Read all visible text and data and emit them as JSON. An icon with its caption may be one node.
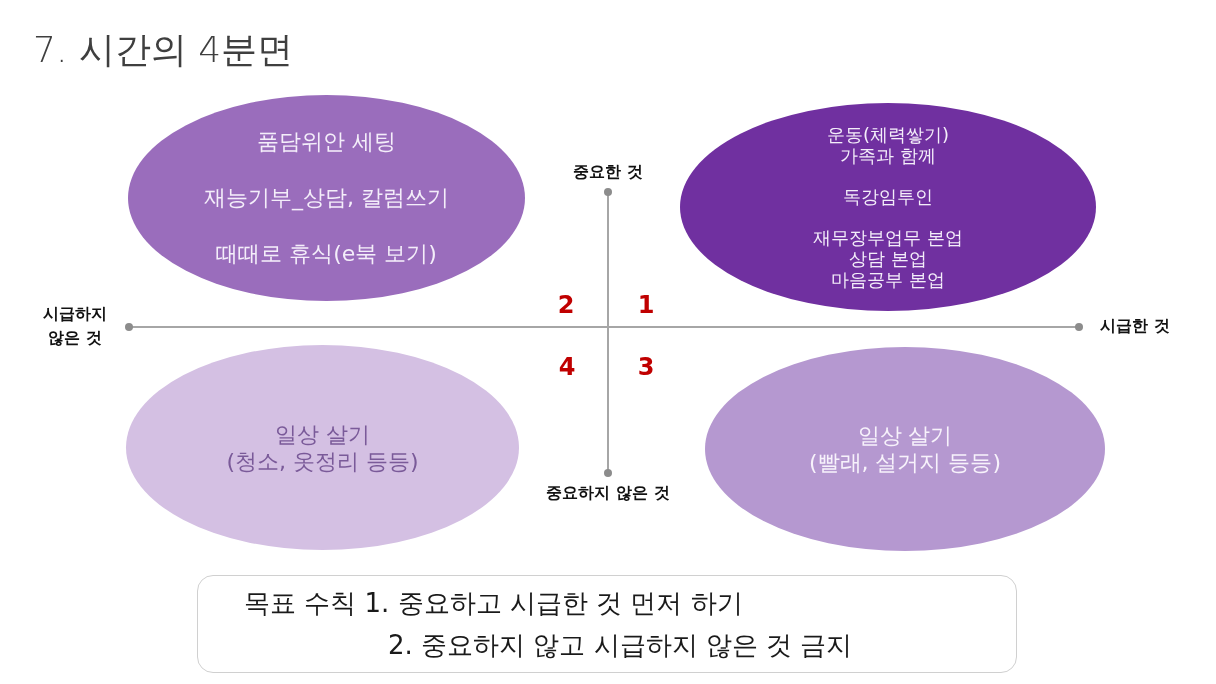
{
  "diagram": {
    "title": "7. 시간의 4분면",
    "nodes": [
      {
        "text": [
          "품담위안 세팅",
          "재능기부_상담, 칼럼쓰기",
          "때때로 휴식(e북 보기)"
        ]
      },
      {
        "text": [
          "운동(체력쌓기)",
          "가족과 함께",
          "독강임투인",
          "재무장부업무 본업",
          "상담 본업",
          "마음공부 본업"
        ]
      },
      {
        "text": [
          "일상 살기",
          "(청소, 옷정리 등등)"
        ]
      },
      {
        "text": [
          "일상 살기",
          "(빨래, 설거지 등등)"
        ]
      },
      {
        "text": [
          "목표 수칙 1. 중요하고 시급한 것 먼저 하기",
          "2. 중요하지 않고 시급하지 않은 것 금지"
        ]
      }
    ],
    "labels": [
      "중요한 것",
      "2",
      "1",
      "시급하지 않은 것",
      "시급한 것",
      "4",
      "3",
      "중요하지 않은 것"
    ]
  }
}
